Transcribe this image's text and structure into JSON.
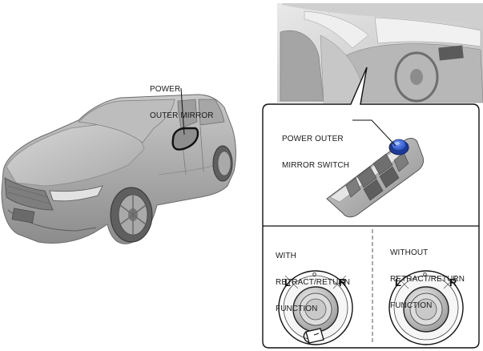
{
  "callouts": {
    "power_outer_mirror": {
      "line1": "POWER",
      "line2": "OUTER MIRROR"
    },
    "power_outer_mirror_switch": {
      "line1": "POWER OUTER",
      "line2": "MIRROR SWITCH"
    }
  },
  "variants": {
    "with_retract": {
      "line1": "WITH",
      "line2": "RETRACT/RETURN",
      "line3": "FUNCTION"
    },
    "without_retract": {
      "line1": "WITHOUT",
      "line2": "RETRACT/RETURN",
      "line3": "FUNCTION"
    }
  },
  "switch_positions": {
    "left": "L",
    "center": "o",
    "right": "R"
  },
  "colors": {
    "highlight_switch": "#2f5fd6",
    "body_gray": "#9a9a9a",
    "outline": "#111111"
  }
}
